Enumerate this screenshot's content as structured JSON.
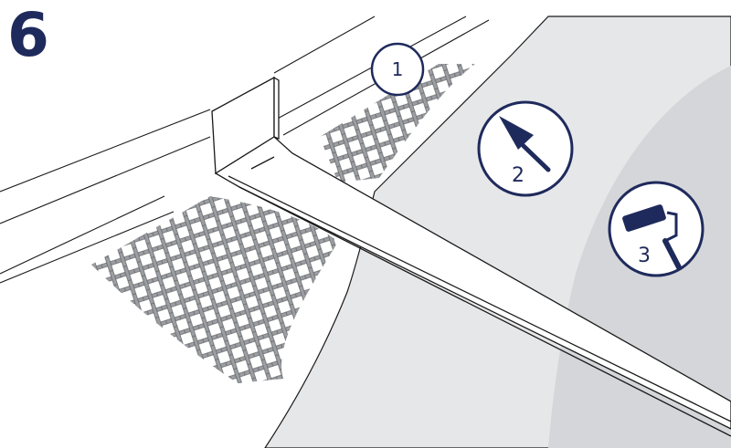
{
  "step": {
    "number": "6"
  },
  "badges": [
    {
      "label": "1",
      "icon": "mesh-icon"
    },
    {
      "label": "2",
      "icon": "trowel-icon"
    },
    {
      "label": "3",
      "icon": "paint-roller-icon"
    }
  ],
  "colors": {
    "navy": "#1f2a5c",
    "plaster_light": "#e6e7e9",
    "plaster_dark": "#d4d6d9",
    "mesh": "#9b9ea3",
    "line": "#1a1a1a"
  }
}
